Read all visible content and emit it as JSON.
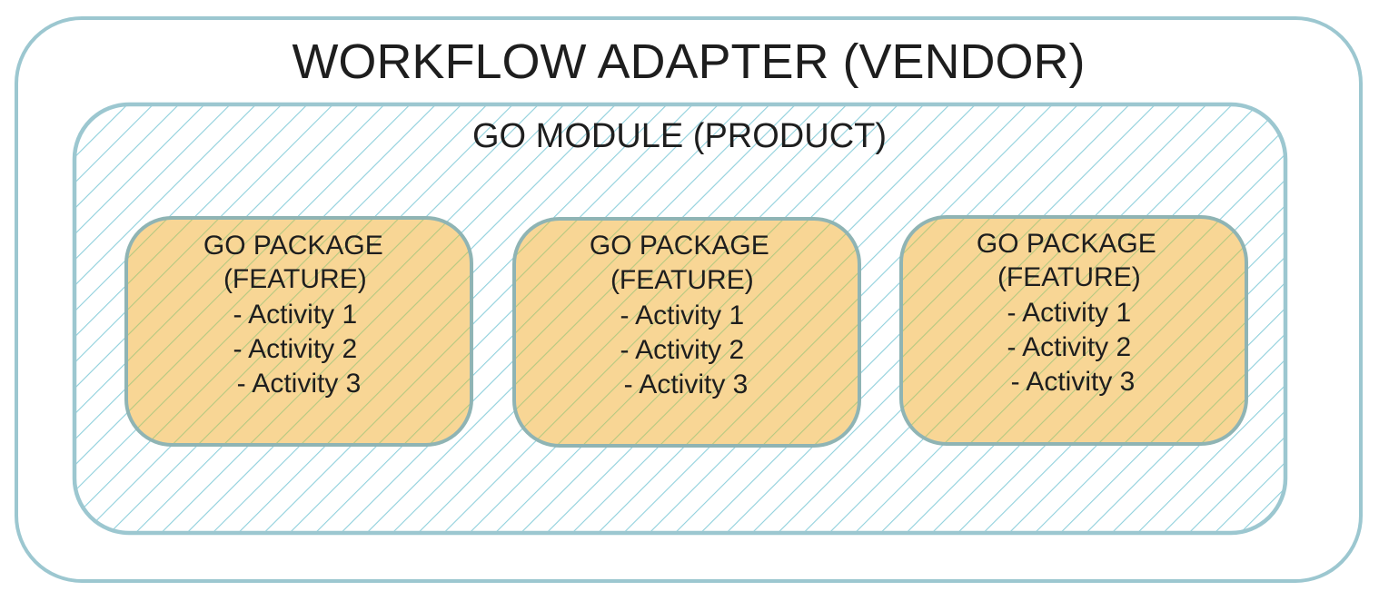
{
  "vendor": {
    "title": "WORKFLOW ADAPTER (VENDOR)",
    "border_color": "#9cc7d0"
  },
  "module": {
    "title": "GO MODULE (PRODUCT)",
    "border_color": "#9cc7d0",
    "hatch_color": "#8fd0dc"
  },
  "packages": [
    {
      "title": "GO PACKAGE",
      "subtitle": "(FEATURE)",
      "activities": [
        "- Activity 1",
        "- Activity 2",
        "- Activity 3"
      ]
    },
    {
      "title": "GO PACKAGE",
      "subtitle": "(FEATURE)",
      "activities": [
        "- Activity 1",
        "- Activity 2",
        "- Activity 3"
      ]
    },
    {
      "title": "GO PACKAGE",
      "subtitle": "(FEATURE)",
      "activities": [
        "- Activity 1",
        "- Activity 2",
        "- Activity 3"
      ]
    }
  ],
  "package_style": {
    "fill_color": "#f8d695",
    "border_color": "#8fb4b4",
    "hatch_color": "#b5c67a"
  }
}
